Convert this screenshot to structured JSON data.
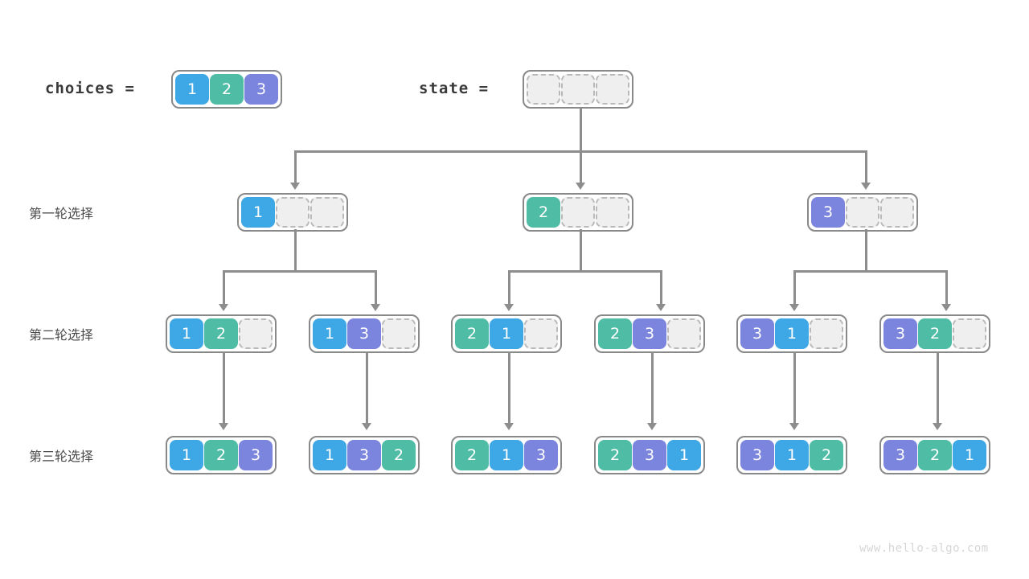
{
  "title": "Permutation backtracking tree",
  "colors": {
    "value_1": "#3EA7E5",
    "value_2": "#4FBCA5",
    "value_3": "#7B85DE",
    "empty_fill": "#efefef",
    "empty_border": "#b9b9b9",
    "box_border": "#898989",
    "edge": "#8d8d8d",
    "label_text": "#3a3a3a",
    "row_label_text": "#4a4a4a",
    "watermark": "#d6d6d6",
    "background": "#ffffff"
  },
  "header": {
    "choices_label": "choices =",
    "choices_values": [
      "1",
      "2",
      "3"
    ],
    "state_label": "state =",
    "state_values": [
      "",
      "",
      ""
    ]
  },
  "row_labels": [
    "第一轮选择",
    "第二轮选择",
    "第三轮选择"
  ],
  "level1": [
    {
      "cells": [
        "1",
        "",
        ""
      ]
    },
    {
      "cells": [
        "2",
        "",
        ""
      ]
    },
    {
      "cells": [
        "3",
        "",
        ""
      ]
    }
  ],
  "level2": [
    {
      "cells": [
        "1",
        "2",
        ""
      ]
    },
    {
      "cells": [
        "1",
        "3",
        ""
      ]
    },
    {
      "cells": [
        "2",
        "1",
        ""
      ]
    },
    {
      "cells": [
        "2",
        "3",
        ""
      ]
    },
    {
      "cells": [
        "3",
        "1",
        ""
      ]
    },
    {
      "cells": [
        "3",
        "2",
        ""
      ]
    }
  ],
  "level3": [
    {
      "cells": [
        "1",
        "2",
        "3"
      ]
    },
    {
      "cells": [
        "1",
        "3",
        "2"
      ]
    },
    {
      "cells": [
        "2",
        "1",
        "3"
      ]
    },
    {
      "cells": [
        "2",
        "3",
        "1"
      ]
    },
    {
      "cells": [
        "3",
        "1",
        "2"
      ]
    },
    {
      "cells": [
        "3",
        "2",
        "1"
      ]
    }
  ],
  "watermark": "www.hello-algo.com"
}
